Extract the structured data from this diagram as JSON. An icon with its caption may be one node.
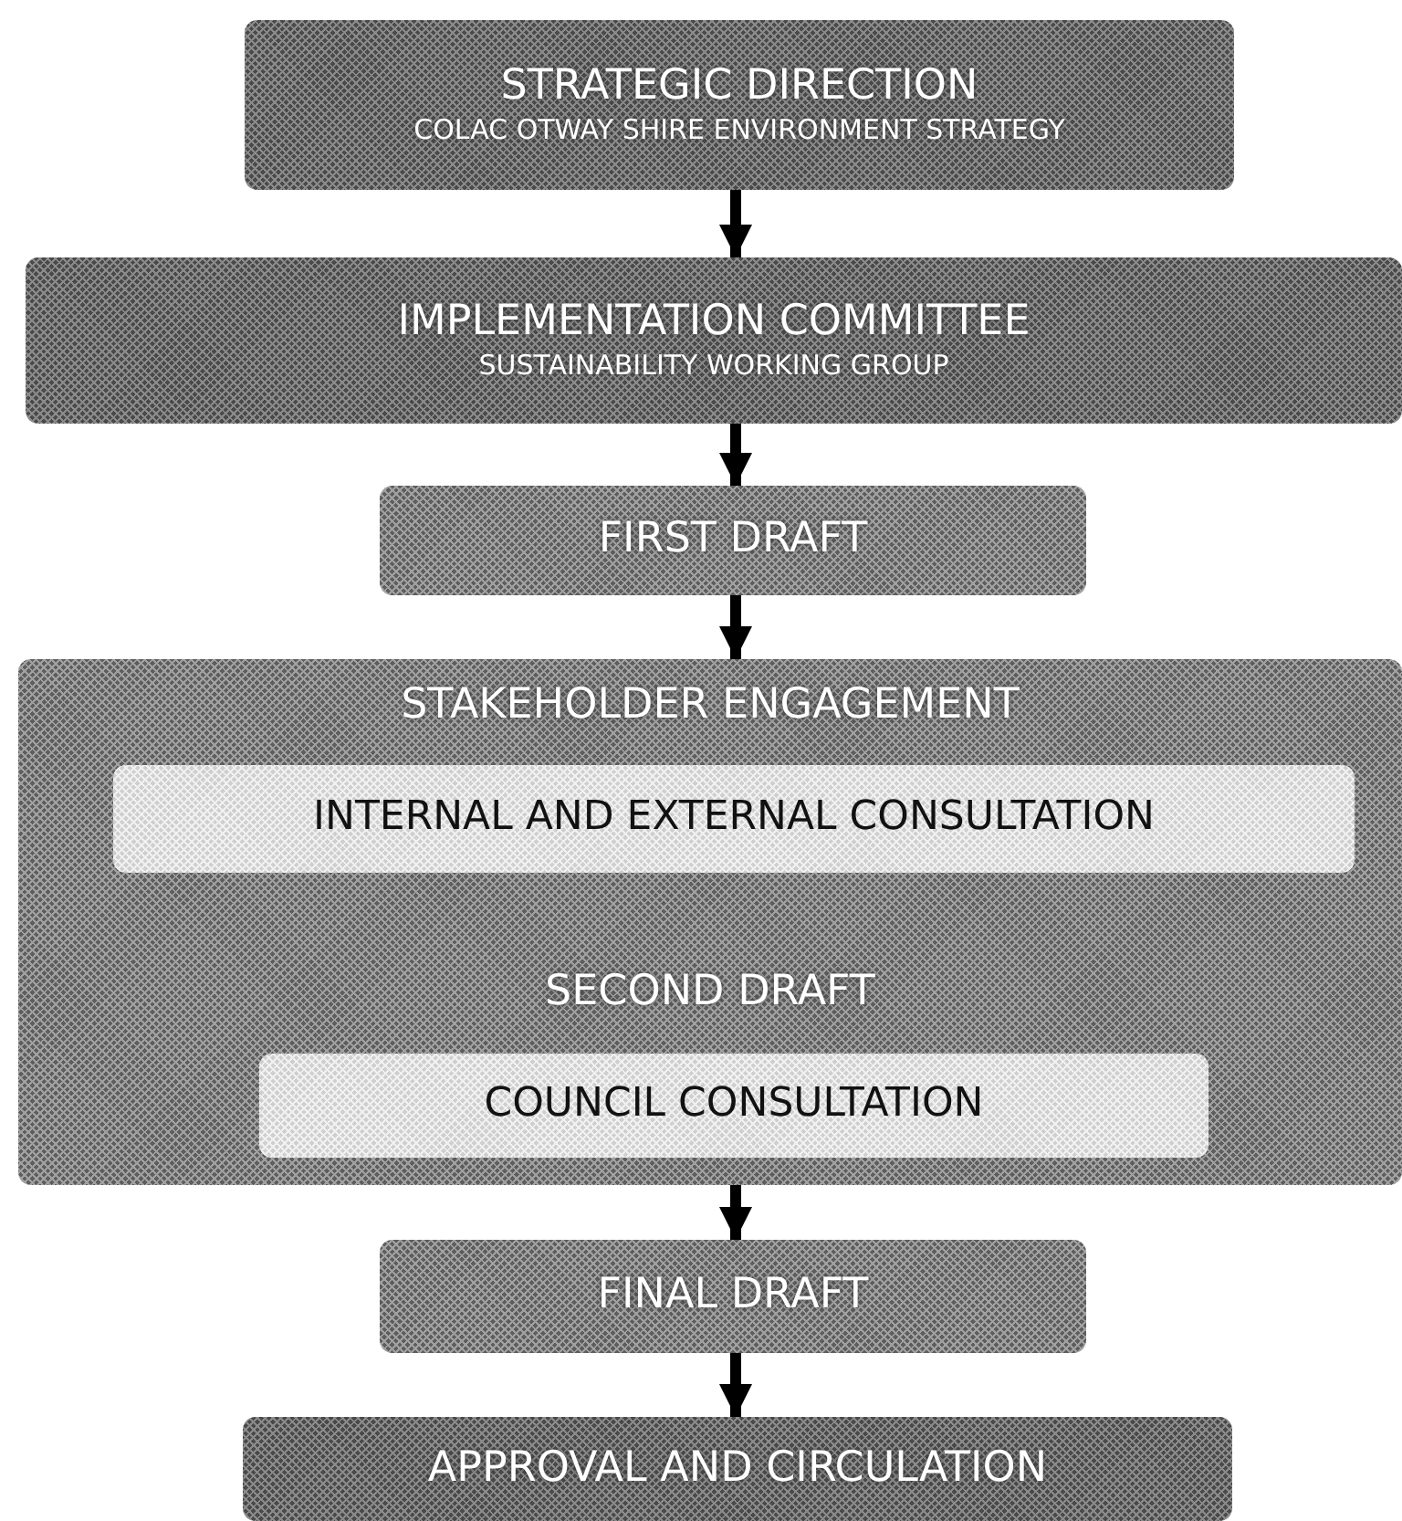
{
  "diagram": {
    "nodes": [
      {
        "text": [
          "STRATEGIC DIRECTION",
          "COLAC OTWAY SHIRE ENVIRONMENT STRATEGY"
        ]
      },
      {
        "text": [
          "IMPLEMENTATION COMMITTEE",
          "SUSTAINABILITY WORKING GROUP"
        ]
      },
      {
        "text": [
          "FIRST DRAFT"
        ]
      },
      {
        "text": [
          "STAKEHOLDER ENGAGEMENT",
          "SECOND DRAFT"
        ]
      },
      {
        "text": [
          "INTERNAL AND EXTERNAL CONSULTATION"
        ],
        "in": 3
      },
      {
        "text": [
          "COUNCIL CONSULTATION"
        ],
        "in": 3
      },
      {
        "text": [
          "FINAL DRAFT"
        ]
      },
      {
        "text": [
          "APPROVAL AND CIRCULATION"
        ]
      }
    ],
    "edges": [
      {
        "from": 0,
        "to": 1,
        "arrow": "to"
      },
      {
        "from": 1,
        "to": 2,
        "arrow": "to"
      },
      {
        "from": 2,
        "to": 3,
        "arrow": "to"
      },
      {
        "from": 3,
        "to": 6,
        "arrow": "to"
      },
      {
        "from": 6,
        "to": 7,
        "arrow": "to"
      }
    ]
  }
}
